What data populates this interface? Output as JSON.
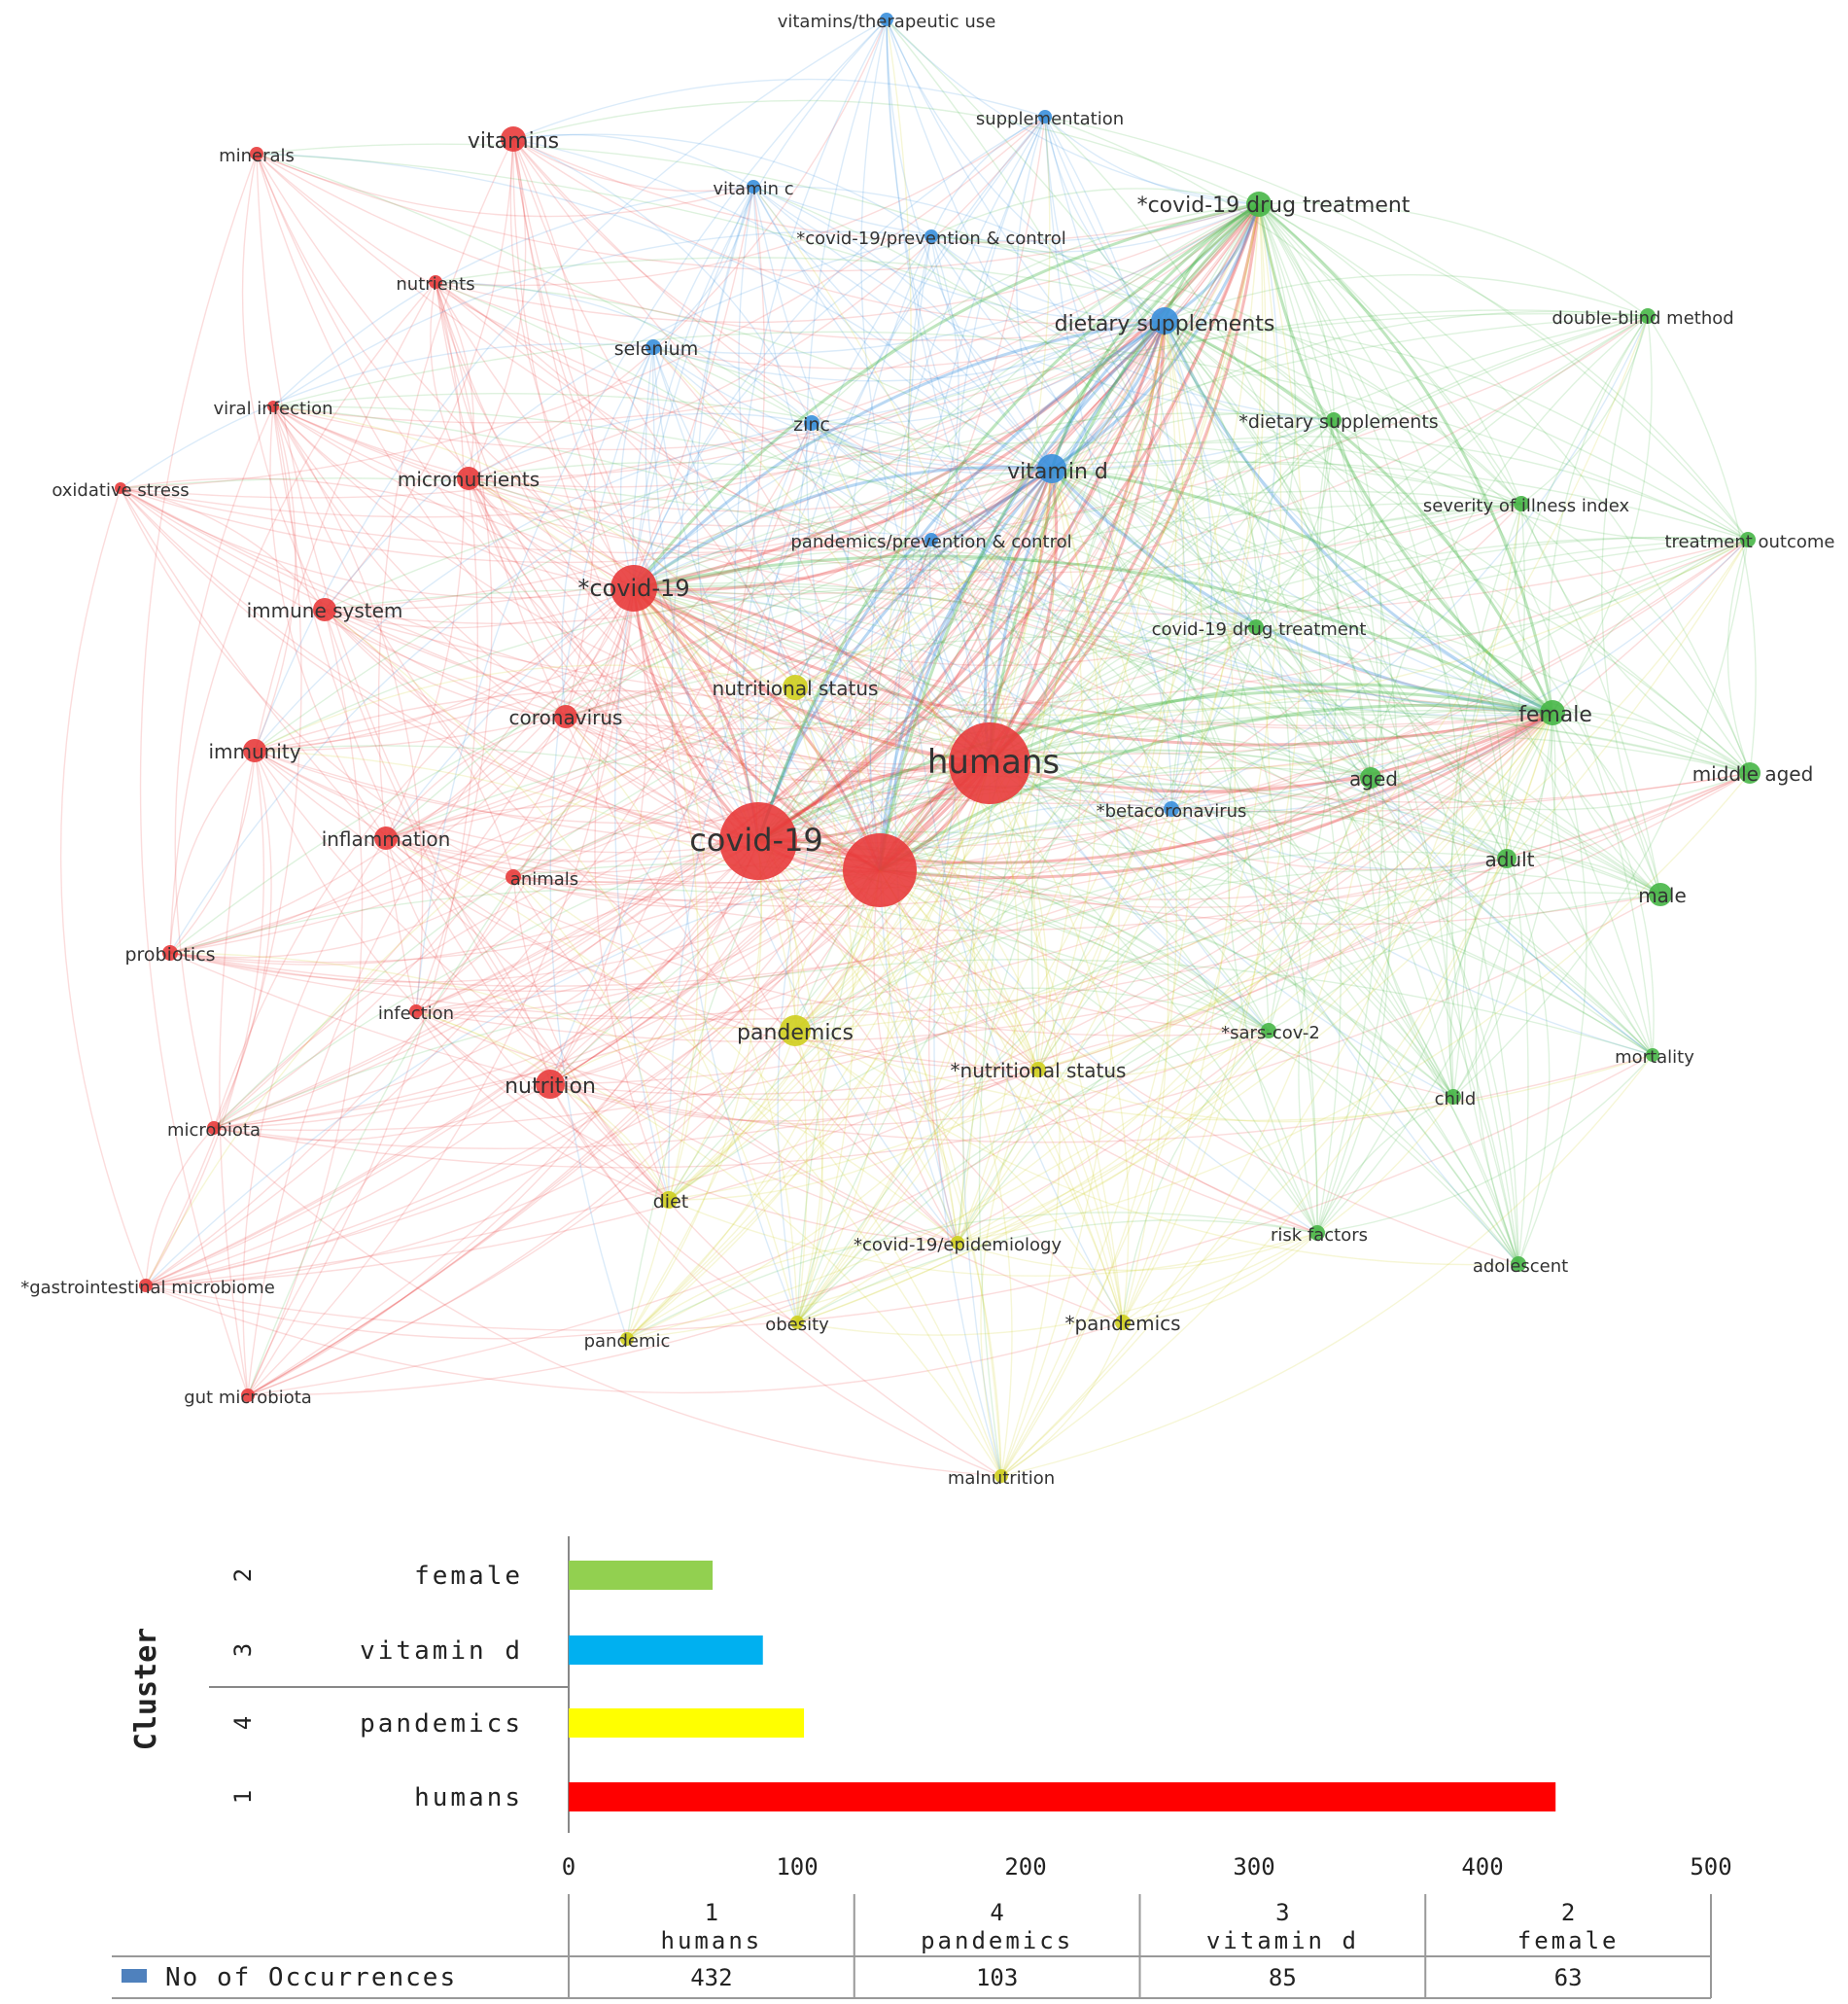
{
  "chart_data": [
    {
      "type": "network",
      "clusters": [
        {
          "id": 1,
          "color": "#e83b3b"
        },
        {
          "id": 2,
          "color": "#47b647"
        },
        {
          "id": 3,
          "color": "#3a8fdc"
        },
        {
          "id": 4,
          "color": "#cfcf1e"
        }
      ],
      "nodes": [
        {
          "label": "humans",
          "cluster": 1,
          "occurrences": 432
        },
        {
          "label": "covid-19",
          "cluster": 1
        },
        {
          "label": "",
          "cluster": 1
        },
        {
          "label": "*covid-19",
          "cluster": 1
        },
        {
          "label": "vitamins",
          "cluster": 1
        },
        {
          "label": "minerals",
          "cluster": 1
        },
        {
          "label": "nutrients",
          "cluster": 1
        },
        {
          "label": "viral infection",
          "cluster": 1
        },
        {
          "label": "oxidative stress",
          "cluster": 1
        },
        {
          "label": "micronutrients",
          "cluster": 1
        },
        {
          "label": "immune system",
          "cluster": 1
        },
        {
          "label": "immunity",
          "cluster": 1
        },
        {
          "label": "coronavirus",
          "cluster": 1
        },
        {
          "label": "inflammation",
          "cluster": 1
        },
        {
          "label": "animals",
          "cluster": 1
        },
        {
          "label": "probiotics",
          "cluster": 1
        },
        {
          "label": "infection",
          "cluster": 1
        },
        {
          "label": "nutrition",
          "cluster": 1
        },
        {
          "label": "microbiota",
          "cluster": 1
        },
        {
          "label": "*gastrointestinal microbiome",
          "cluster": 1
        },
        {
          "label": "gut microbiota",
          "cluster": 1
        },
        {
          "label": "vitamins/therapeutic use",
          "cluster": 3
        },
        {
          "label": "supplementation",
          "cluster": 3
        },
        {
          "label": "vitamin c",
          "cluster": 3
        },
        {
          "label": "*covid-19/prevention & control",
          "cluster": 3
        },
        {
          "label": "dietary supplements",
          "cluster": 3
        },
        {
          "label": "selenium",
          "cluster": 3
        },
        {
          "label": "zinc",
          "cluster": 3
        },
        {
          "label": "vitamin d",
          "cluster": 3,
          "occurrences": 85
        },
        {
          "label": "pandemics/prevention & control",
          "cluster": 3
        },
        {
          "label": "*betacoronavirus",
          "cluster": 3
        },
        {
          "label": "*covid-19 drug treatment",
          "cluster": 2
        },
        {
          "label": "double-blind method",
          "cluster": 2
        },
        {
          "label": "*dietary supplements",
          "cluster": 2
        },
        {
          "label": "severity of illness index",
          "cluster": 2
        },
        {
          "label": "treatment outcome",
          "cluster": 2
        },
        {
          "label": "covid-19 drug treatment",
          "cluster": 2
        },
        {
          "label": "female",
          "cluster": 2,
          "occurrences": 63
        },
        {
          "label": "middle aged",
          "cluster": 2
        },
        {
          "label": "aged",
          "cluster": 2
        },
        {
          "label": "adult",
          "cluster": 2
        },
        {
          "label": "male",
          "cluster": 2
        },
        {
          "label": "*sars-cov-2",
          "cluster": 2
        },
        {
          "label": "mortality",
          "cluster": 2
        },
        {
          "label": "child",
          "cluster": 2
        },
        {
          "label": "risk factors",
          "cluster": 2
        },
        {
          "label": "adolescent",
          "cluster": 2
        },
        {
          "label": "nutritional status",
          "cluster": 4
        },
        {
          "label": "pandemics",
          "cluster": 4,
          "occurrences": 103
        },
        {
          "label": "*nutritional status",
          "cluster": 4
        },
        {
          "label": "diet",
          "cluster": 4
        },
        {
          "label": "*covid-19/epidemiology",
          "cluster": 4
        },
        {
          "label": "*pandemics",
          "cluster": 4
        },
        {
          "label": "obesity",
          "cluster": 4
        },
        {
          "label": "pandemic",
          "cluster": 4
        },
        {
          "label": "malnutrition",
          "cluster": 4
        }
      ]
    },
    {
      "type": "bar",
      "orientation": "horizontal",
      "ylabel": "Cluster",
      "categories": [
        {
          "cluster": "2",
          "label": "female",
          "value": 63,
          "color": "#92d050"
        },
        {
          "cluster": "3",
          "label": "vitamin d",
          "value": 85,
          "color": "#00b0f0"
        },
        {
          "cluster": "4",
          "label": "pandemics",
          "value": 103,
          "color": "#ffff00"
        },
        {
          "cluster": "1",
          "label": "humans",
          "value": 432,
          "color": "#ff0000"
        }
      ],
      "xlim": [
        0,
        500
      ],
      "xticks": [
        0,
        100,
        200,
        300,
        400,
        500
      ],
      "series_name": "No of Occurrences",
      "series_color": "#4f81bd",
      "table": {
        "columns": [
          {
            "cluster": "1",
            "label": "humans",
            "value": "432"
          },
          {
            "cluster": "4",
            "label": "pandemics",
            "value": "103"
          },
          {
            "cluster": "3",
            "label": "vitamin d",
            "value": "85"
          },
          {
            "cluster": "2",
            "label": "female",
            "value": "63"
          }
        ]
      }
    }
  ]
}
